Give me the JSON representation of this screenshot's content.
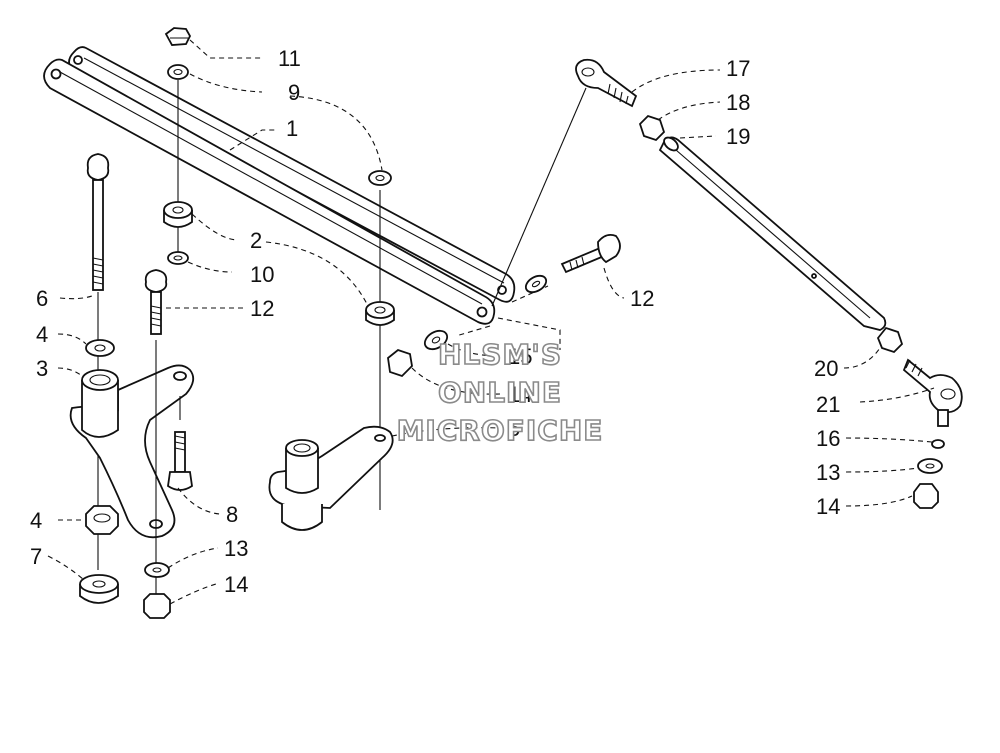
{
  "watermark": {
    "line1": "HLSM'S",
    "line2": "ONLINE",
    "line3": "MICROFICHE"
  },
  "callouts": [
    "11",
    "9",
    "1",
    "2",
    "10",
    "12",
    "6",
    "4",
    "3",
    "8",
    "4",
    "7",
    "13",
    "14",
    "15",
    "14",
    "5",
    "12",
    "17",
    "18",
    "19",
    "20",
    "21",
    "16",
    "13",
    "14"
  ]
}
